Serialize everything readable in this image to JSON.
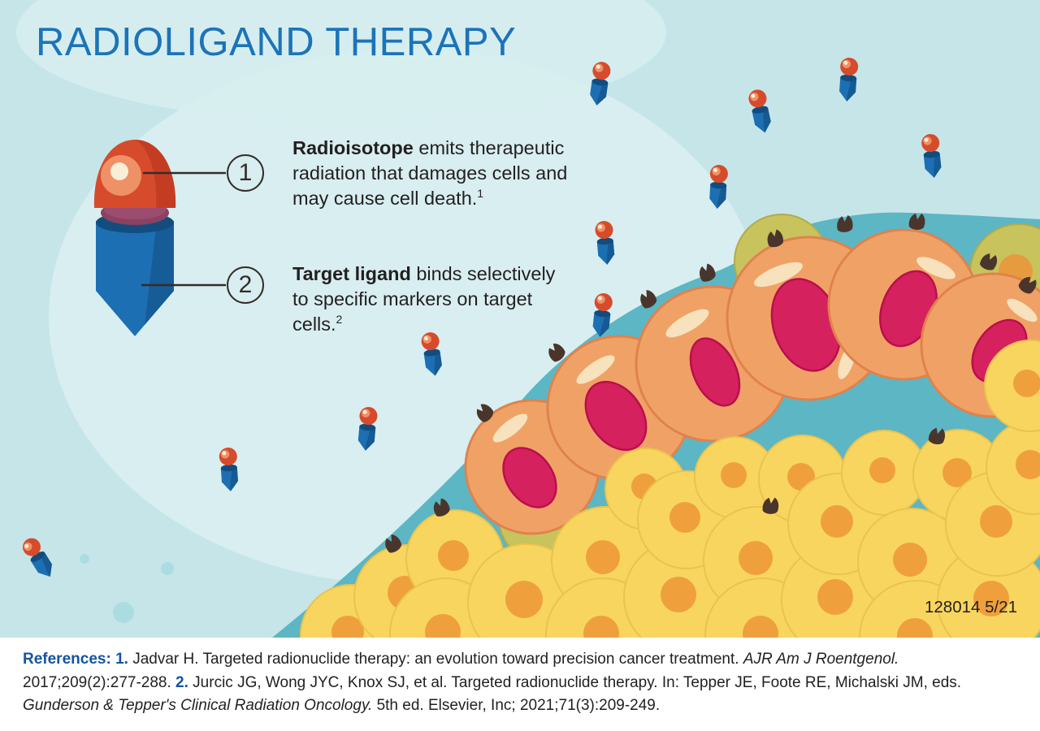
{
  "title": "RADIOLIGAND THERAPY",
  "callouts": [
    {
      "number": "1",
      "bold": "Radioisotope",
      "text": " emits therapeutic radiation that damages cells and may cause cell death.",
      "sup": "1"
    },
    {
      "number": "2",
      "bold": "Target ligand",
      "text": " binds selectively to specific markers on target cells.",
      "sup": "2"
    }
  ],
  "job_code": "128014 5/21",
  "references": {
    "label": "References:",
    "items": [
      {
        "number": "1.",
        "before_italic": " Jadvar H. Targeted radionuclide therapy: an evolution toward precision cancer treatment. ",
        "italic": "AJR Am J Roentgenol.",
        "after_italic": " 2017;209(2):277-288. "
      },
      {
        "number": "2.",
        "before_italic": " Jurcic JG, Wong JYC, Knox SJ, et al. Targeted radionuclide therapy. In: Tepper JE, Foote RE, Michalski JM, eds. ",
        "italic": "Gunderson & Tepper's Clinical Radiation Oncology.",
        "after_italic": " 5th ed. Elsevier, Inc; 2021;71(3):209-249."
      }
    ]
  },
  "icons": {
    "radioligand": "radioligand-icon",
    "receptor": "receptor-marker-icon"
  },
  "colors": {
    "background": "#c6e5e9",
    "background_light": "#d8eef0",
    "title_blue": "#1b74b8",
    "text_dark": "#231f20",
    "reference_blue": "#1553a4",
    "ligand_blue": "#1d6fb3",
    "isotope_red": "#d64b2c",
    "teal_band": "#5cb6c4",
    "healthy_cell_yellow": "#f8d55f",
    "cell_nucleus_orange": "#efa03d",
    "cancer_cell_orange": "#f0a266",
    "cancer_nucleus_crimson": "#d6215f",
    "green_cell": "#c8c35c",
    "receptor_brown": "#4a352c",
    "cream": "#f9eed8"
  }
}
